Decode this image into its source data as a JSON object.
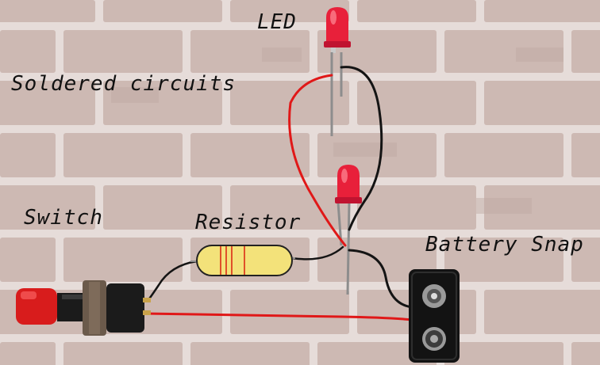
{
  "labels": {
    "led": "LED",
    "soldered": "Soldered circuits",
    "switch": "Switch",
    "resistor": "Resistor",
    "battery_snap": "Battery Snap"
  },
  "colors": {
    "wall": "#d2c2bd",
    "mortar": "#e8dedb",
    "red_wire": "#e01818",
    "black_wire": "#141414",
    "led_red": "#e8203a",
    "resistor_body": "#f3e27a",
    "resistor_band": "#e0502a",
    "button_red": "#d81c1c"
  },
  "icons": [
    "led-icon",
    "resistor-icon",
    "switch-icon",
    "battery-snap-icon"
  ]
}
